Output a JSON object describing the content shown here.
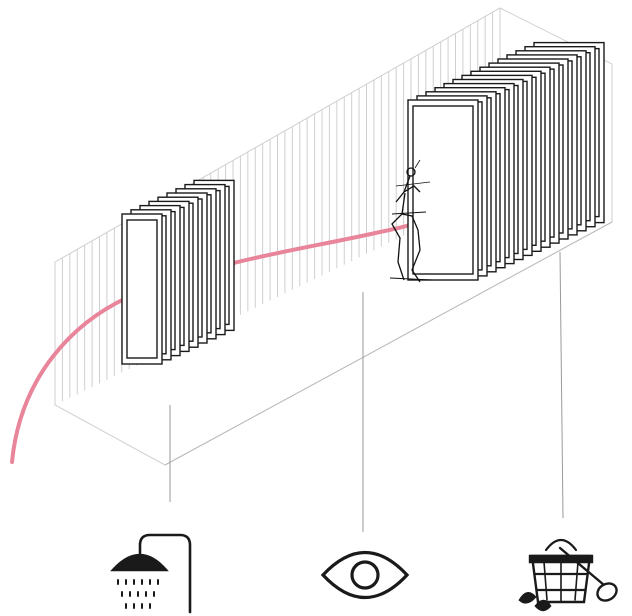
{
  "diagram": {
    "colors": {
      "line": "#1a1a1a",
      "faint_line": "#cfcfcf",
      "path_accent": "#e8859a",
      "leader": "#9a9a9a",
      "background": "#ffffff"
    },
    "zones": [
      {
        "id": "shower",
        "icon": "shower-icon"
      },
      {
        "id": "view",
        "icon": "eye-icon"
      },
      {
        "id": "sauna",
        "icon": "sauna-bucket-icon"
      }
    ]
  }
}
